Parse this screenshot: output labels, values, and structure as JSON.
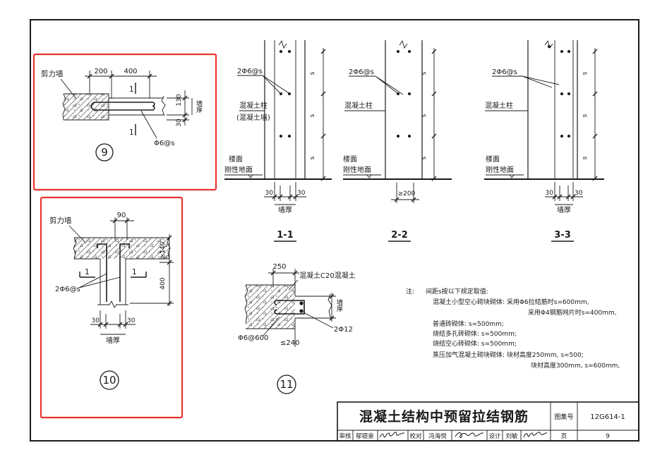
{
  "colors": {
    "line": "#1a1a1a",
    "highlight": "#e8342e",
    "background": "#ffffff"
  },
  "detail_9": {
    "wall_label": "剪力墙",
    "dim_left": "200",
    "dim_right": "400",
    "section_mark": "1",
    "dim_height": "130",
    "dim_cover": "30",
    "thickness_label": "墙厚",
    "rebar_label": "Φ6@s",
    "number": "9"
  },
  "detail_10": {
    "wall_label": "剪力墙",
    "dim_top": "90",
    "dim_embed": "≥140",
    "dim_length": "400",
    "section_mark": "1",
    "rebar_label": "2Φ6@s",
    "dim_cover_left": "30",
    "dim_cover_right": "30",
    "thickness_label": "墙厚",
    "number": "10"
  },
  "section_1_1": {
    "rebar_label": "2Φ6@s",
    "column_label": "混凝土柱",
    "column_label_alt": "(混凝土墙)",
    "floor_label": "楼面",
    "ground_label": "刚性地面",
    "spacing_label": "s",
    "dim_cover_left": "30",
    "dim_cover_right": "30",
    "thickness_label": "墙厚",
    "title": "1-1"
  },
  "section_2_2": {
    "rebar_label": "2Φ6@s",
    "column_label": "混凝土柱",
    "floor_label": "楼面",
    "ground_label": "刚性地面",
    "spacing_label": "s",
    "dim_min": "≥200",
    "title": "2-2"
  },
  "section_3_3": {
    "rebar_label": "2Φ6@s",
    "column_label": "混凝土柱",
    "floor_label": "楼面",
    "ground_label": "刚性地面",
    "spacing_label": "s",
    "dim_cover_left": "30",
    "dim_cover_right": "30",
    "thickness_label": "墙厚",
    "title": "3-3"
  },
  "detail_11": {
    "dim_top": "250",
    "concrete_label": "混凝土C20混凝土",
    "thickness_label": "墙厚",
    "rebar_main": "2Φ12",
    "rebar_stirrup": "Φ6@600",
    "dim_max": "≤240",
    "number": "11"
  },
  "notes": {
    "prefix": "注:",
    "intro": "间距s按以下规定取值:",
    "lines": [
      "混凝土小型空心砌块砌体: 采用Φ6拉结筋时s=600mm,",
      "采用Φ4钢筋网片时s=400mm,",
      "普通砖砌体: s=500mm;",
      "烧结多孔砖砌体: s=500mm;",
      "烧结空心砖砌体: s=500mm;",
      "蒸压加气混凝土砌块砌体: 块材高度250mm, s=500;",
      "块材高度300mm, s=600mm,"
    ]
  },
  "title_block": {
    "title": "混凝土结构中预留拉结钢筋",
    "atlas_label": "图集号",
    "atlas_number": "12G614-1",
    "review_label": "审核",
    "reviewer": "郁银泉",
    "check_label": "校对",
    "checker": "冯海悦",
    "design_label": "设计",
    "designer": "刘敏",
    "page_label": "页",
    "page_number": "9"
  }
}
